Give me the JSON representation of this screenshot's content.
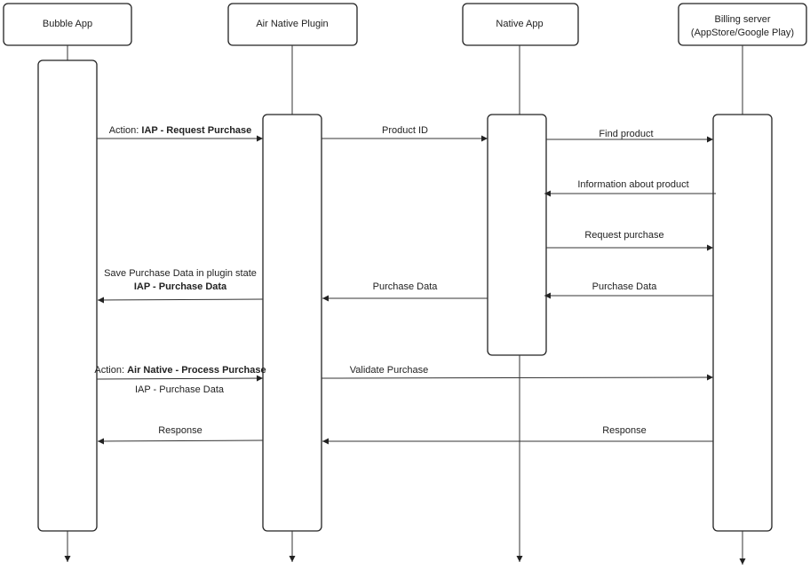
{
  "participants": [
    {
      "id": "bubble",
      "label_lines": [
        "Bubble App"
      ]
    },
    {
      "id": "plugin",
      "label_lines": [
        "Air Native Plugin"
      ]
    },
    {
      "id": "native",
      "label_lines": [
        "Native App"
      ]
    },
    {
      "id": "billing",
      "label_lines": [
        "Billing server",
        "(AppStore/Google Play)"
      ]
    }
  ],
  "messages": [
    {
      "from": "bubble",
      "to": "plugin",
      "label_runs": [
        {
          "text": "Action: ",
          "bold": false
        },
        {
          "text": "IAP - Request Purchase",
          "bold": true
        }
      ]
    },
    {
      "from": "plugin",
      "to": "native",
      "label_runs": [
        {
          "text": "Product ID",
          "bold": false
        }
      ]
    },
    {
      "from": "native",
      "to": "billing",
      "label_runs": [
        {
          "text": "Find product",
          "bold": false
        }
      ]
    },
    {
      "from": "billing",
      "to": "native",
      "label_runs": [
        {
          "text": "Information about product",
          "bold": false
        }
      ]
    },
    {
      "from": "native",
      "to": "billing",
      "label_runs": [
        {
          "text": "Request purchase",
          "bold": false
        }
      ]
    },
    {
      "from": "billing",
      "to": "native",
      "label_runs": [
        {
          "text": "Purchase Data",
          "bold": false
        }
      ]
    },
    {
      "from": "native",
      "to": "plugin",
      "label_runs": [
        {
          "text": "Purchase Data",
          "bold": false
        }
      ]
    },
    {
      "from": "plugin",
      "to": "bubble",
      "label_runs": [
        {
          "text": "Save Purchase Data in plugin state",
          "bold": false
        }
      ],
      "label2_runs": [
        {
          "text": "IAP - Purchase Data",
          "bold": true
        }
      ]
    },
    {
      "from": "bubble",
      "to": "plugin",
      "label_runs": [
        {
          "text": "Action: ",
          "bold": false
        },
        {
          "text": "Air Native - Process Purchase",
          "bold": true
        }
      ],
      "sublabel": "IAP - Purchase Data"
    },
    {
      "from": "plugin",
      "to": "billing",
      "label_runs": [
        {
          "text": "Validate Purchase",
          "bold": false
        }
      ]
    },
    {
      "from": "plugin",
      "to": "bubble",
      "label_runs": [
        {
          "text": "Response",
          "bold": false
        }
      ]
    },
    {
      "from": "billing",
      "to": "plugin",
      "label_runs": [
        {
          "text": "Response",
          "bold": false
        }
      ]
    }
  ]
}
